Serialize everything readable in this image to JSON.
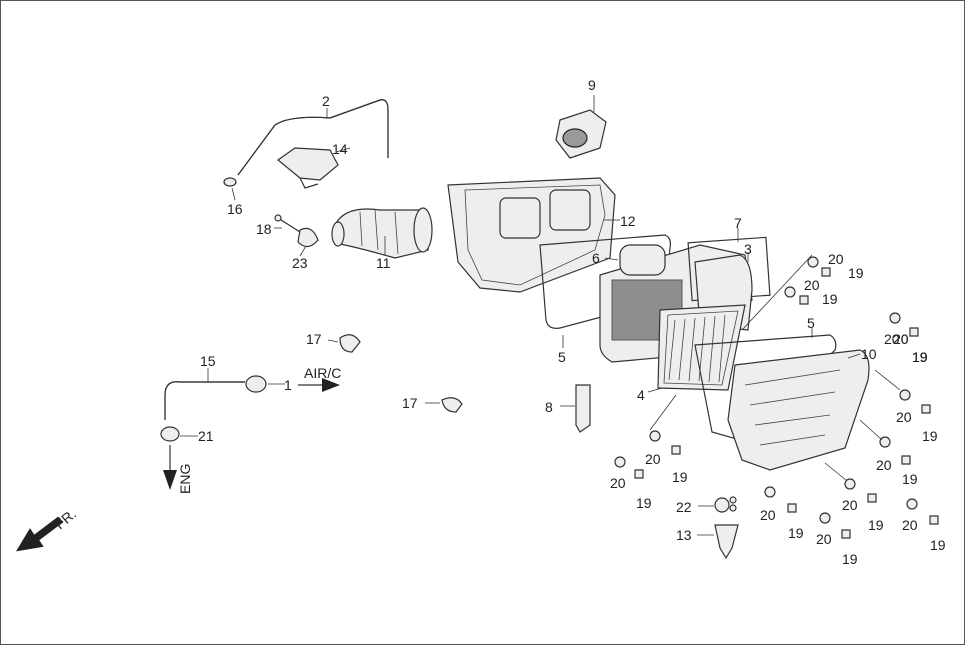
{
  "callouts": {
    "c1": "1",
    "c2": "2",
    "c3": "3",
    "c4": "4",
    "c5a": "5",
    "c5b": "5",
    "c6": "6",
    "c7": "7",
    "c8": "8",
    "c9": "9",
    "c10": "10",
    "c11": "11",
    "c12": "12",
    "c13": "13",
    "c14": "14",
    "c15": "15",
    "c16": "16",
    "c17a": "17",
    "c17b": "17",
    "c18": "18",
    "c21": "21",
    "c22": "22",
    "c23": "23",
    "c20_1": "20",
    "c20_2": "20",
    "c20_3": "20",
    "c20_4": "20",
    "c20_5": "20",
    "c20_6": "20",
    "c20_7": "20",
    "c20_8": "20",
    "c20_9": "20",
    "c20_10": "20",
    "c20_11": "20",
    "c20_12": "20",
    "c20_13": "20",
    "c19_1": "19",
    "c19_2": "19",
    "c19_3": "19",
    "c19_4": "19",
    "c19_5": "19",
    "c19_6": "19",
    "c19_7": "19",
    "c19_8": "19",
    "c19_9": "19",
    "c19_10": "19",
    "c19_11": "19",
    "c19_12": "19",
    "c19_13": "19"
  },
  "labels": {
    "air_c": "AIR/C",
    "eng": "ENG",
    "front": "FR."
  },
  "colors": {
    "line": "#333333",
    "part_fill": "#eeeeee",
    "shade": "#9a9a9a"
  }
}
